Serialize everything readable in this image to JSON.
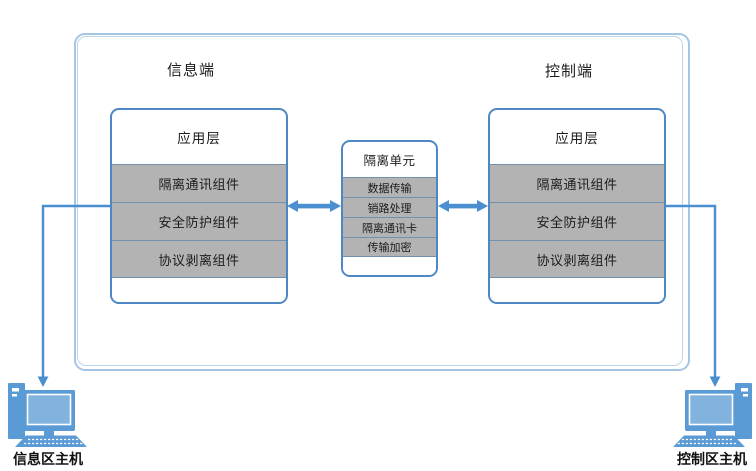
{
  "diagram": {
    "sections": {
      "info_label": "信息端",
      "control_label": "控制端"
    },
    "app_stack_left": {
      "title": "应用层",
      "rows": [
        "隔离通讯组件",
        "安全防护组件",
        "协议剥离组件"
      ]
    },
    "app_stack_right": {
      "title": "应用层",
      "rows": [
        "隔离通讯组件",
        "安全防护组件",
        "协议剥离组件"
      ]
    },
    "isolation_unit": {
      "title": "隔离单元",
      "rows": [
        "数据传输",
        "销路处理",
        "隔离通讯卡",
        "传输加密"
      ]
    },
    "hosts": {
      "info_host_label": "信息区主机",
      "control_host_label": "控制区主机"
    },
    "icons": {
      "left": "desktop-computer-icon",
      "right": "desktop-computer-icon"
    },
    "colors": {
      "border_blue": "#4e88c4",
      "light_blue": "#a5c5e5",
      "arrow_blue": "#4a8fd0",
      "row_gray": "#b3b3b3",
      "row_border": "#7491ab",
      "computer_blue": "#5b9bd5",
      "screen_blue": "#82b2de"
    }
  }
}
